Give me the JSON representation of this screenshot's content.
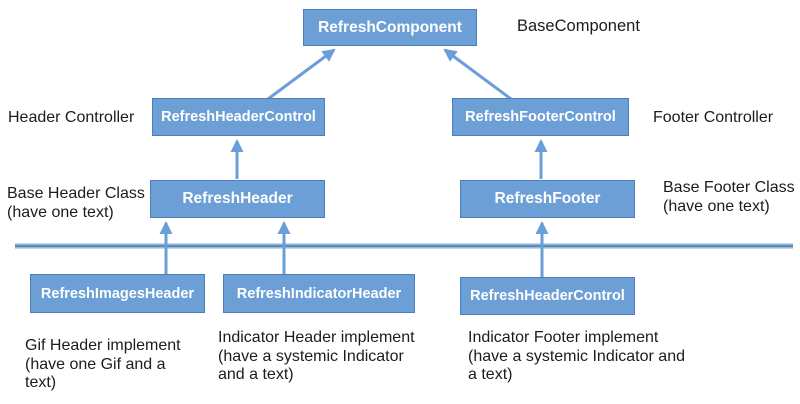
{
  "colors": {
    "node_fill": "#6b9fd6",
    "node_border": "#4d7ebb",
    "node_text": "#ffffff",
    "connector": "#6a9ed8",
    "divider_core": "#5f88b8",
    "divider_halo": "#aecbe8",
    "annotation_text": "#1c1c1c"
  },
  "nodes": {
    "refresh_component": {
      "label": "RefreshComponent"
    },
    "refresh_header_control": {
      "label": "RefreshHeaderControl"
    },
    "refresh_footer_control": {
      "label": "RefreshFooterControl"
    },
    "refresh_header": {
      "label": "RefreshHeader"
    },
    "refresh_footer": {
      "label": "RefreshFooter"
    },
    "refresh_images_header": {
      "label": "RefreshImagesHeader"
    },
    "refresh_indicator_header": {
      "label": "RefreshIndicatorHeader"
    },
    "refresh_header_control_impl": {
      "label": "RefreshHeaderControl"
    }
  },
  "annotations": {
    "base_component": {
      "line1": "BaseComponent"
    },
    "header_controller": {
      "line1": "Header Controller"
    },
    "footer_controller": {
      "line1": "Footer Controller"
    },
    "base_header_class": {
      "line1": "Base Header Class",
      "line2": "(have one text)"
    },
    "base_footer_class": {
      "line1": "Base Footer Class",
      "line2": "(have one text)"
    },
    "gif_header": {
      "line1": "Gif Header implement",
      "line2": "(have one Gif and a",
      "line3": "text)"
    },
    "indicator_header": {
      "line1": "Indicator Header implement",
      "line2": "(have a systemic Indicator",
      "line3": "and a text)"
    },
    "indicator_footer": {
      "line1": "Indicator Footer implement",
      "line2": "(have a systemic Indicator and",
      "line3": "a text)"
    }
  }
}
